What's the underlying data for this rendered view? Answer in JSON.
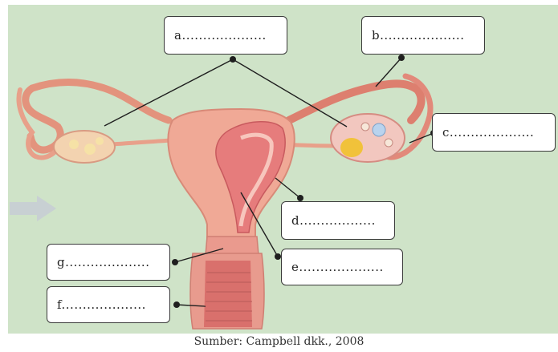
{
  "labels": {
    "a": "a....................",
    "b": "b....................",
    "c": "c....................",
    "d": "d..................",
    "e": "e....................",
    "f": "f....................",
    "g": "g...................."
  },
  "caption": "Sumber: Campbell dkk., 2008"
}
